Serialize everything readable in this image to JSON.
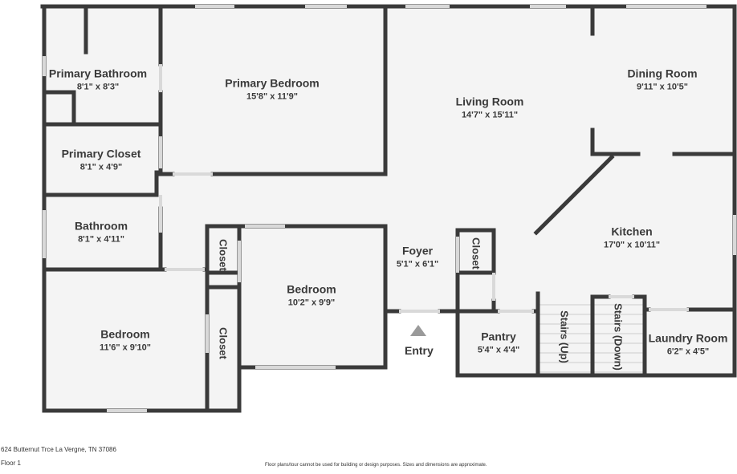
{
  "address": "624 Butternut Trce La Vergne, TN 37086",
  "floor": "Floor 1",
  "disclaimer": "Floor plans/tour cannot be used for building or design purposes. Sizes and dimensions are approximate.",
  "entry_label": "Entry",
  "colors": {
    "wall": "#3a3a3a",
    "floor": "#f4f4f4",
    "window": "#d9d9d9"
  },
  "rooms": [
    {
      "name": "Primary Bathroom",
      "dims": "8'1\" x 8'3\""
    },
    {
      "name": "Primary Bedroom",
      "dims": "15'8\" x 11'9\""
    },
    {
      "name": "Living Room",
      "dims": "14'7\" x 15'11\""
    },
    {
      "name": "Dining Room",
      "dims": "9'11\" x 10'5\""
    },
    {
      "name": "Primary Closet",
      "dims": "8'1\" x 4'9\""
    },
    {
      "name": "Bathroom",
      "dims": "8'1\" x 4'11\""
    },
    {
      "name": "Kitchen",
      "dims": "17'0\" x 10'11\""
    },
    {
      "name": "Foyer",
      "dims": "5'1\" x 6'1\""
    },
    {
      "name": "Bedroom",
      "dims": "10'2\" x 9'9\""
    },
    {
      "name": "Bedroom",
      "dims": "11'6\" x 9'10\""
    },
    {
      "name": "Pantry",
      "dims": "5'4\" x 4'4\""
    },
    {
      "name": "Laundry Room",
      "dims": "6'2\" x 4'5\""
    },
    {
      "name": "Closet",
      "dims": ""
    },
    {
      "name": "Closet",
      "dims": ""
    },
    {
      "name": "Closet",
      "dims": ""
    },
    {
      "name": "Stairs (Up)",
      "dims": ""
    },
    {
      "name": "Stairs (Down)",
      "dims": ""
    }
  ]
}
